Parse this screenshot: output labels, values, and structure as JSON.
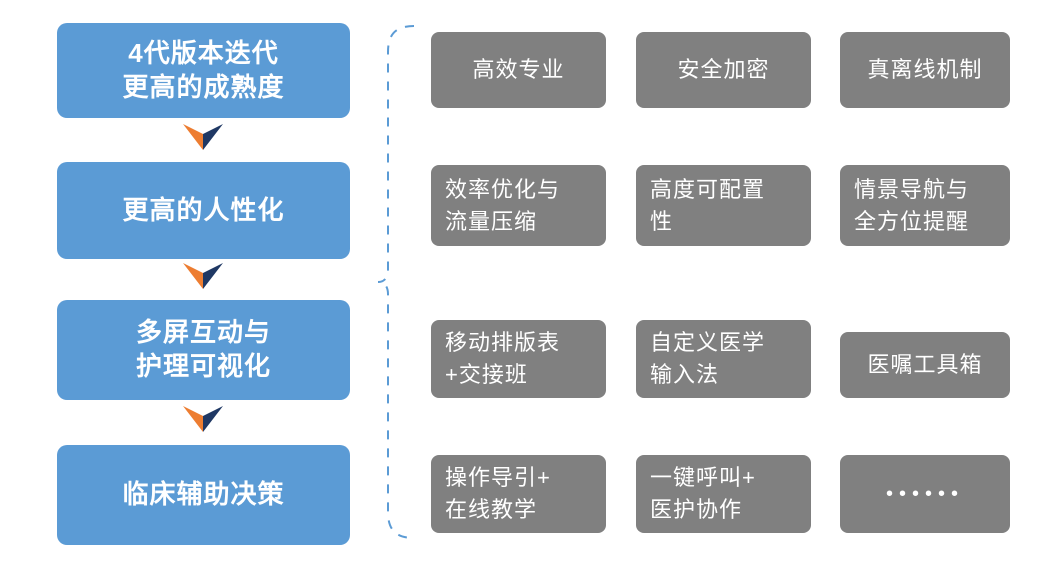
{
  "colors": {
    "flow_box": "#5B9BD5",
    "feature_box": "#808080",
    "arrow_left": "#ED7D31",
    "arrow_right": "#1F3864",
    "bracket": "#5B9BD5",
    "text": "#FFFFFF",
    "background": "#FFFFFF"
  },
  "flow": {
    "steps": [
      {
        "line1": "4代版本迭代",
        "line2": "更高的成熟度"
      },
      {
        "line1": "更高的人性化",
        "line2": ""
      },
      {
        "line1": "多屏互动与",
        "line2": "护理可视化"
      },
      {
        "line1": "临床辅助决策",
        "line2": ""
      }
    ],
    "connector_icon": "chevron-down-icon"
  },
  "bracket": {
    "icon": "dashed-curly-brace-icon",
    "style": "dashed"
  },
  "features": {
    "rows": [
      {
        "cells": [
          {
            "line1": "高效专业",
            "line2": "",
            "align": "center"
          },
          {
            "line1": "安全加密",
            "line2": "",
            "align": "center"
          },
          {
            "line1": "真离线机制",
            "line2": "",
            "align": "center"
          }
        ]
      },
      {
        "cells": [
          {
            "line1": "效率优化与",
            "line2": "流量压缩",
            "align": "left"
          },
          {
            "line1": "高度可配置",
            "line2": "性",
            "align": "left"
          },
          {
            "line1": "情景导航与",
            "line2": "全方位提醒",
            "align": "left"
          }
        ]
      },
      {
        "cells": [
          {
            "line1": "移动排版表",
            "line2": "+交接班",
            "align": "left"
          },
          {
            "line1": "自定义医学",
            "line2": "输入法",
            "align": "left"
          },
          {
            "line1": "医嘱工具箱",
            "line2": "",
            "align": "center"
          }
        ]
      },
      {
        "cells": [
          {
            "line1": "操作导引+",
            "line2": "在线教学",
            "align": "left"
          },
          {
            "line1": "一键呼叫+",
            "line2": "医护协作",
            "align": "left"
          },
          {
            "line1": "••••••",
            "line2": "",
            "align": "dots"
          }
        ]
      }
    ]
  }
}
